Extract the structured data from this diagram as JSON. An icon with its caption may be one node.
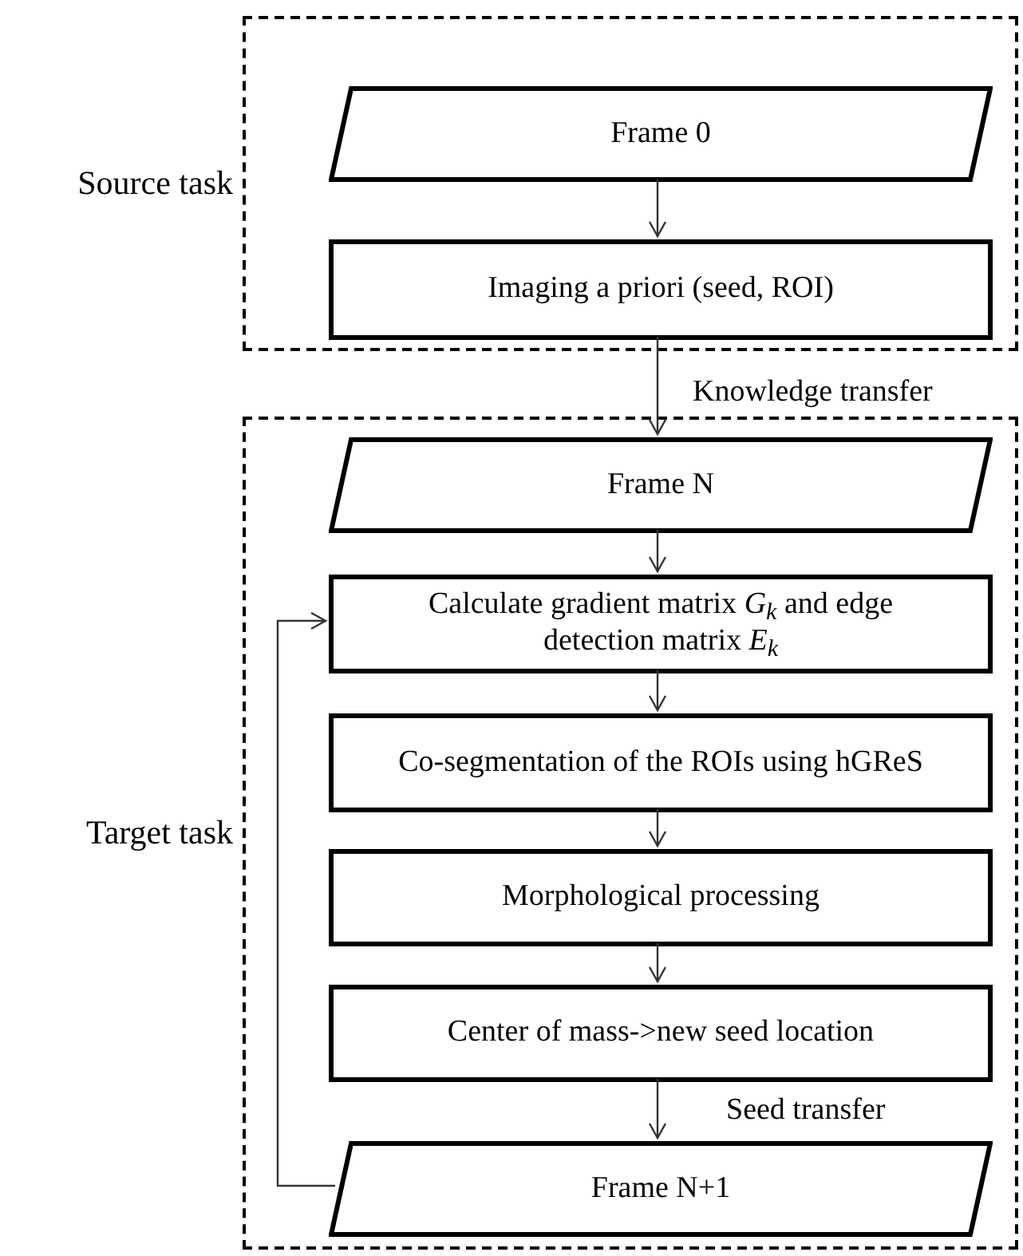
{
  "diagram": {
    "nodes": [
      {
        "text": [
          "Source task"
        ]
      },
      {
        "text": [
          "Frame 0"
        ],
        "in": 0
      },
      {
        "text": [
          "Imaging a priori (seed, ROI)"
        ],
        "in": 0
      },
      {
        "text": [
          "Target task"
        ]
      },
      {
        "text": [
          "Frame N"
        ],
        "in": 3
      },
      {
        "text": [
          "Calculate gradient matrix *G*$_{k}$ and edge detection matrix *E*$_{k}$"
        ],
        "in": 3
      },
      {
        "text": [
          "Co-segmentation of the ROIs using hGReS"
        ],
        "in": 3
      },
      {
        "text": [
          "Morphological processing"
        ],
        "in": 3
      },
      {
        "text": [
          "Center of mass->new seed location"
        ],
        "in": 3
      },
      {
        "text": [
          "Frame N+1"
        ],
        "in": 3
      }
    ],
    "edges": [
      {
        "from": 1,
        "to": 2,
        "arrow": "to"
      },
      {
        "from": 2,
        "to": 4,
        "arrow": "to",
        "label": "Knowledge transfer"
      },
      {
        "from": 4,
        "to": 5,
        "arrow": "to"
      },
      {
        "from": 5,
        "to": 6,
        "arrow": "to"
      },
      {
        "from": 6,
        "to": 7,
        "arrow": "to"
      },
      {
        "from": 7,
        "to": 8,
        "arrow": "to"
      },
      {
        "from": 8,
        "to": 9,
        "arrow": "to",
        "label": "Seed transfer"
      },
      {
        "from": 9,
        "to": 5,
        "arrow": "to"
      }
    ]
  }
}
